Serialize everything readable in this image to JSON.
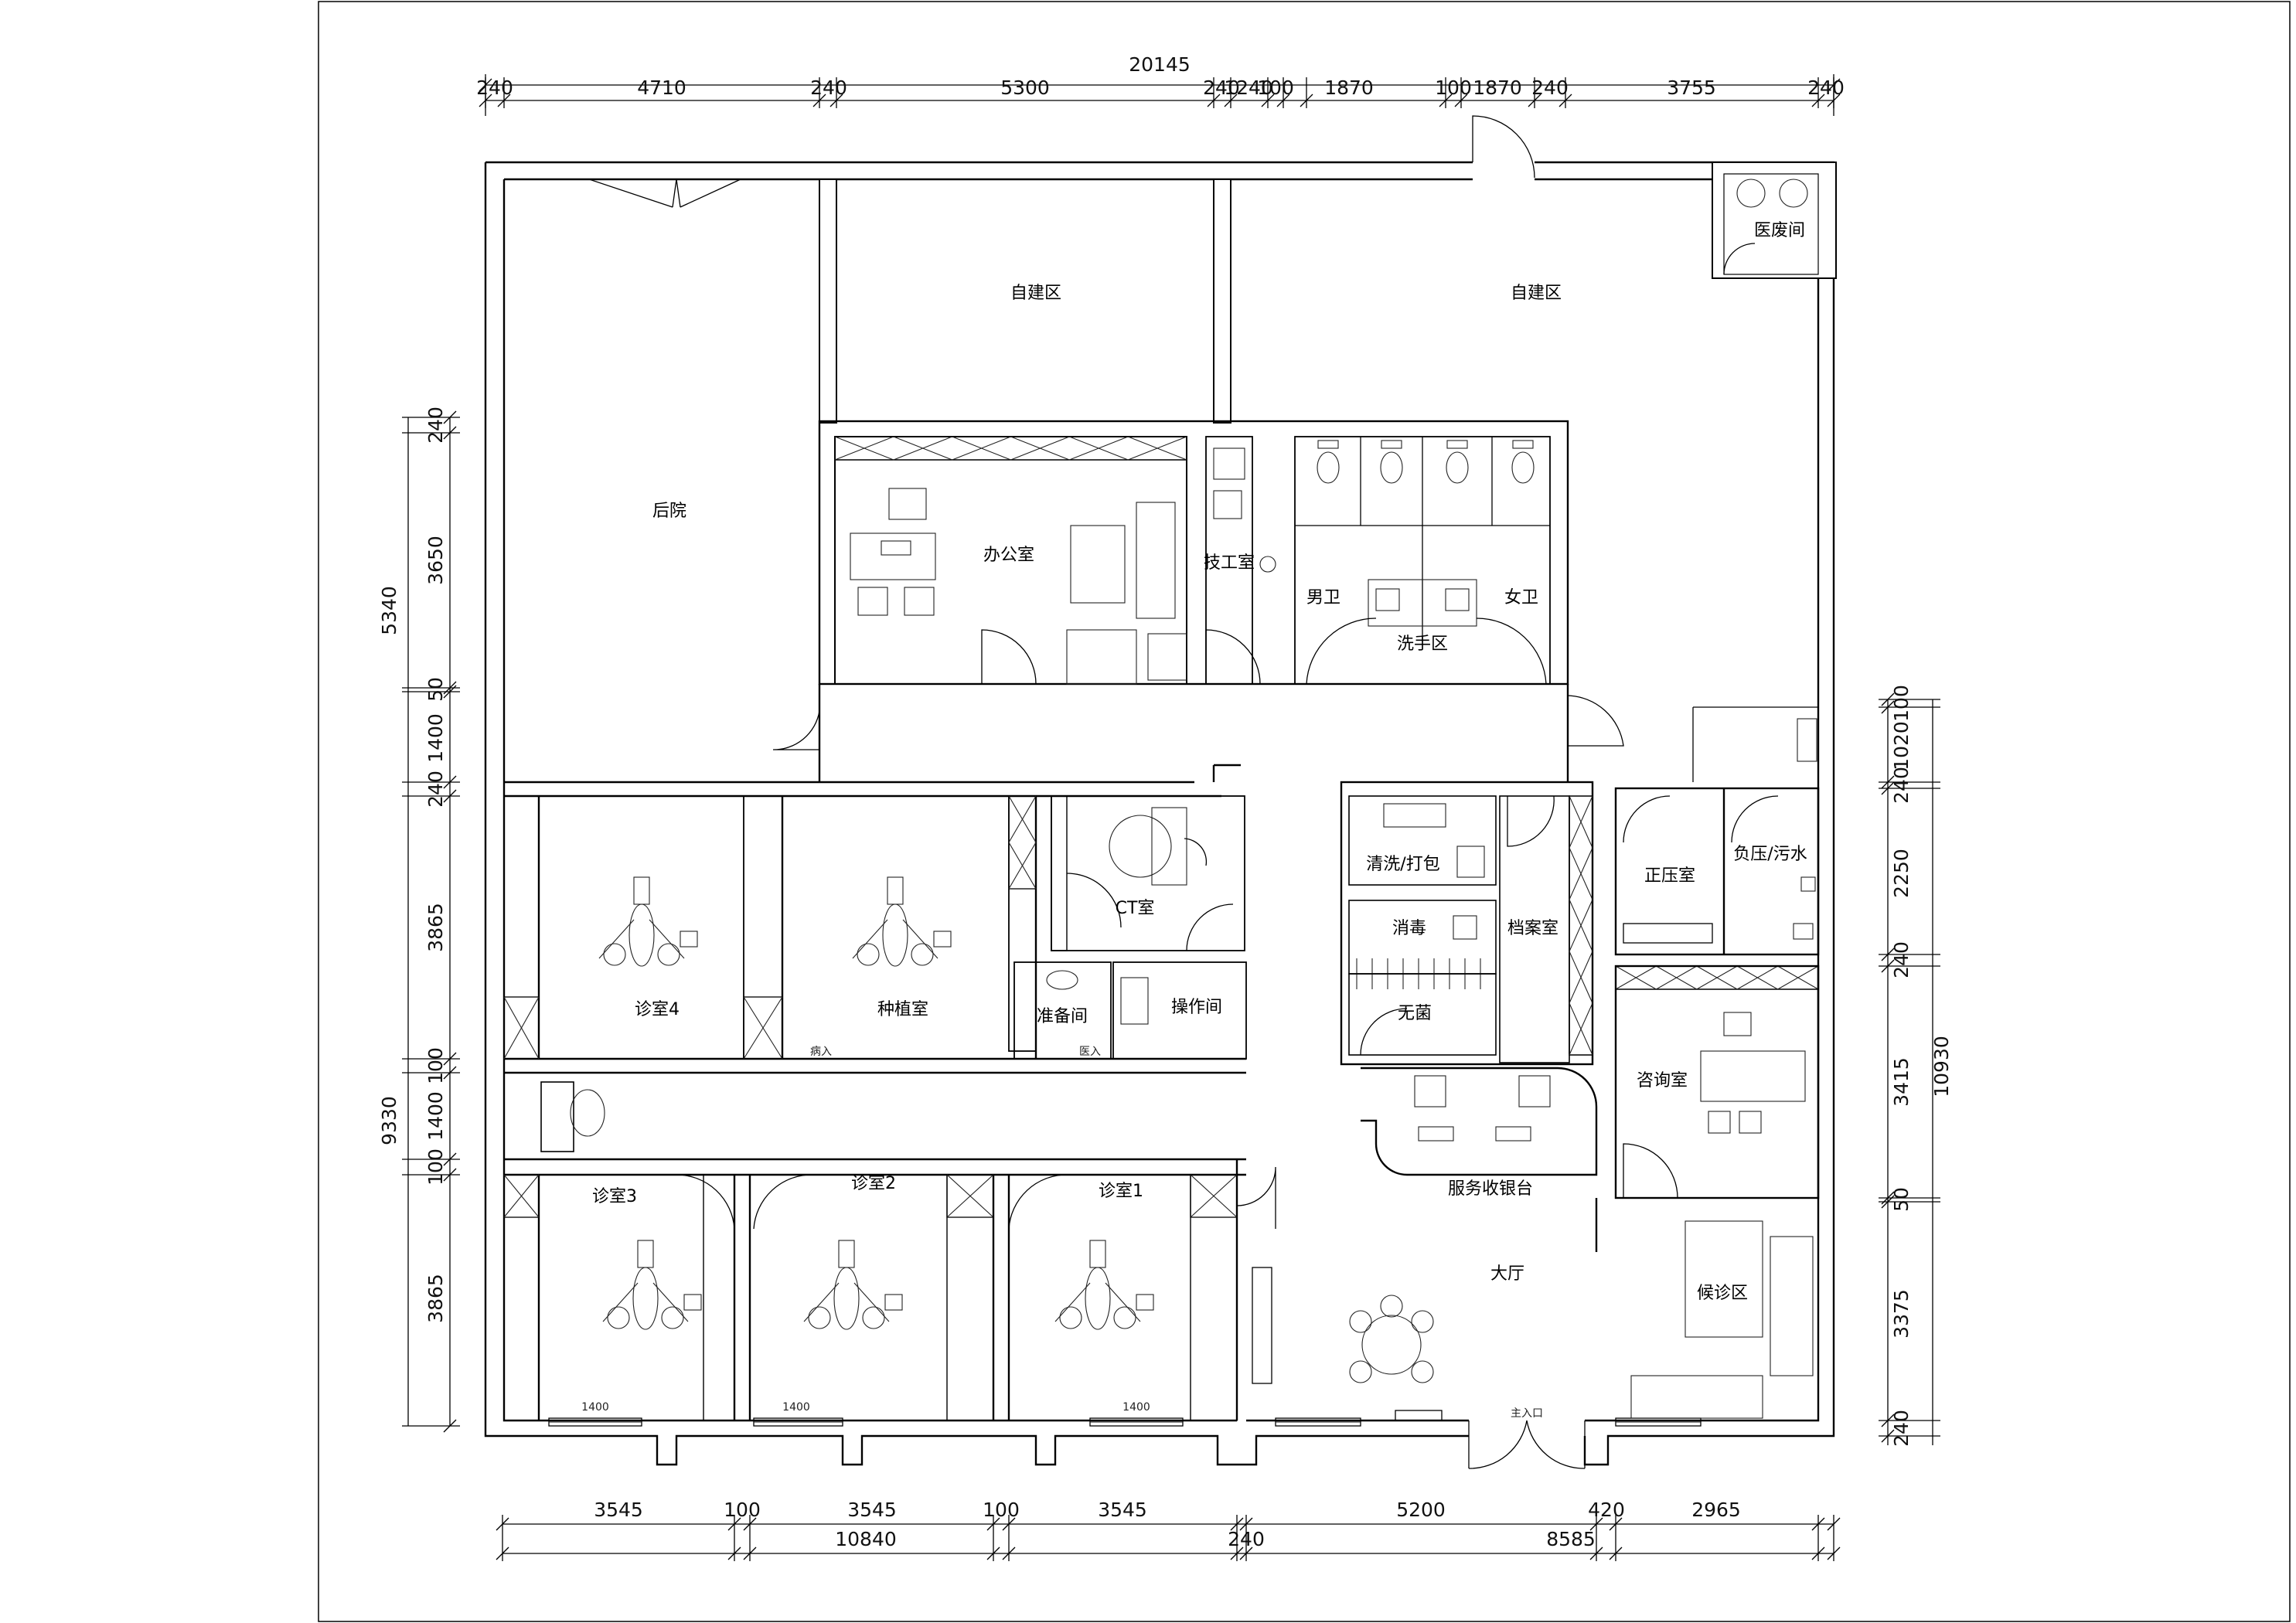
{
  "dimensions": {
    "top_total": "20145",
    "top_segments": [
      "240",
      "4710",
      "240",
      "5300",
      "240",
      "1240",
      "100",
      "1870",
      "100",
      "1870",
      "240",
      "3755",
      "240"
    ],
    "left_upper_total": "5340",
    "left_upper_segments": [
      "240",
      "3650",
      "50",
      "1400"
    ],
    "left_lower_total": "9330",
    "left_lower_segments": [
      "240",
      "3865",
      "100",
      "1400",
      "100",
      "3865"
    ],
    "right_total": "10930",
    "right_segments": [
      "100",
      "1020",
      "240",
      "2250",
      "240",
      "3415",
      "50",
      "3375",
      "240"
    ],
    "bottom_row1": [
      "3545",
      "100",
      "3545",
      "100",
      "3545",
      "5200",
      "420",
      "2965"
    ],
    "bottom_total_left": "10840",
    "bottom_mid": "240",
    "bottom_total_right": "8585",
    "window_width": "1400"
  },
  "rooms": {
    "backyard": "后院",
    "selfbuild_1": "自建区",
    "selfbuild_2": "自建区",
    "medical_waste": "医废间",
    "office": "办公室",
    "technician": "技工室",
    "mens_wc": "男卫",
    "womens_wc": "女卫",
    "handwash": "洗手区",
    "clinic_4": "诊室4",
    "implant": "种植室",
    "ct": "CT室",
    "prep": "准备间",
    "operation": "操作间",
    "wash_pack": "清洗/打包",
    "disinfect": "消毒",
    "sterile": "无菌",
    "archive": "档案室",
    "positive_pressure": "正压室",
    "negative_pressure": "负压/污水",
    "consult": "咨询室",
    "service_desk": "服务收银台",
    "clinic_3": "诊室3",
    "clinic_2": "诊室2",
    "clinic_1": "诊室1",
    "hall": "大厅",
    "waiting": "候诊区"
  },
  "labels": {
    "main_entrance": "主入口",
    "patient_in_1": "病入",
    "patient_in_2": "医入"
  }
}
